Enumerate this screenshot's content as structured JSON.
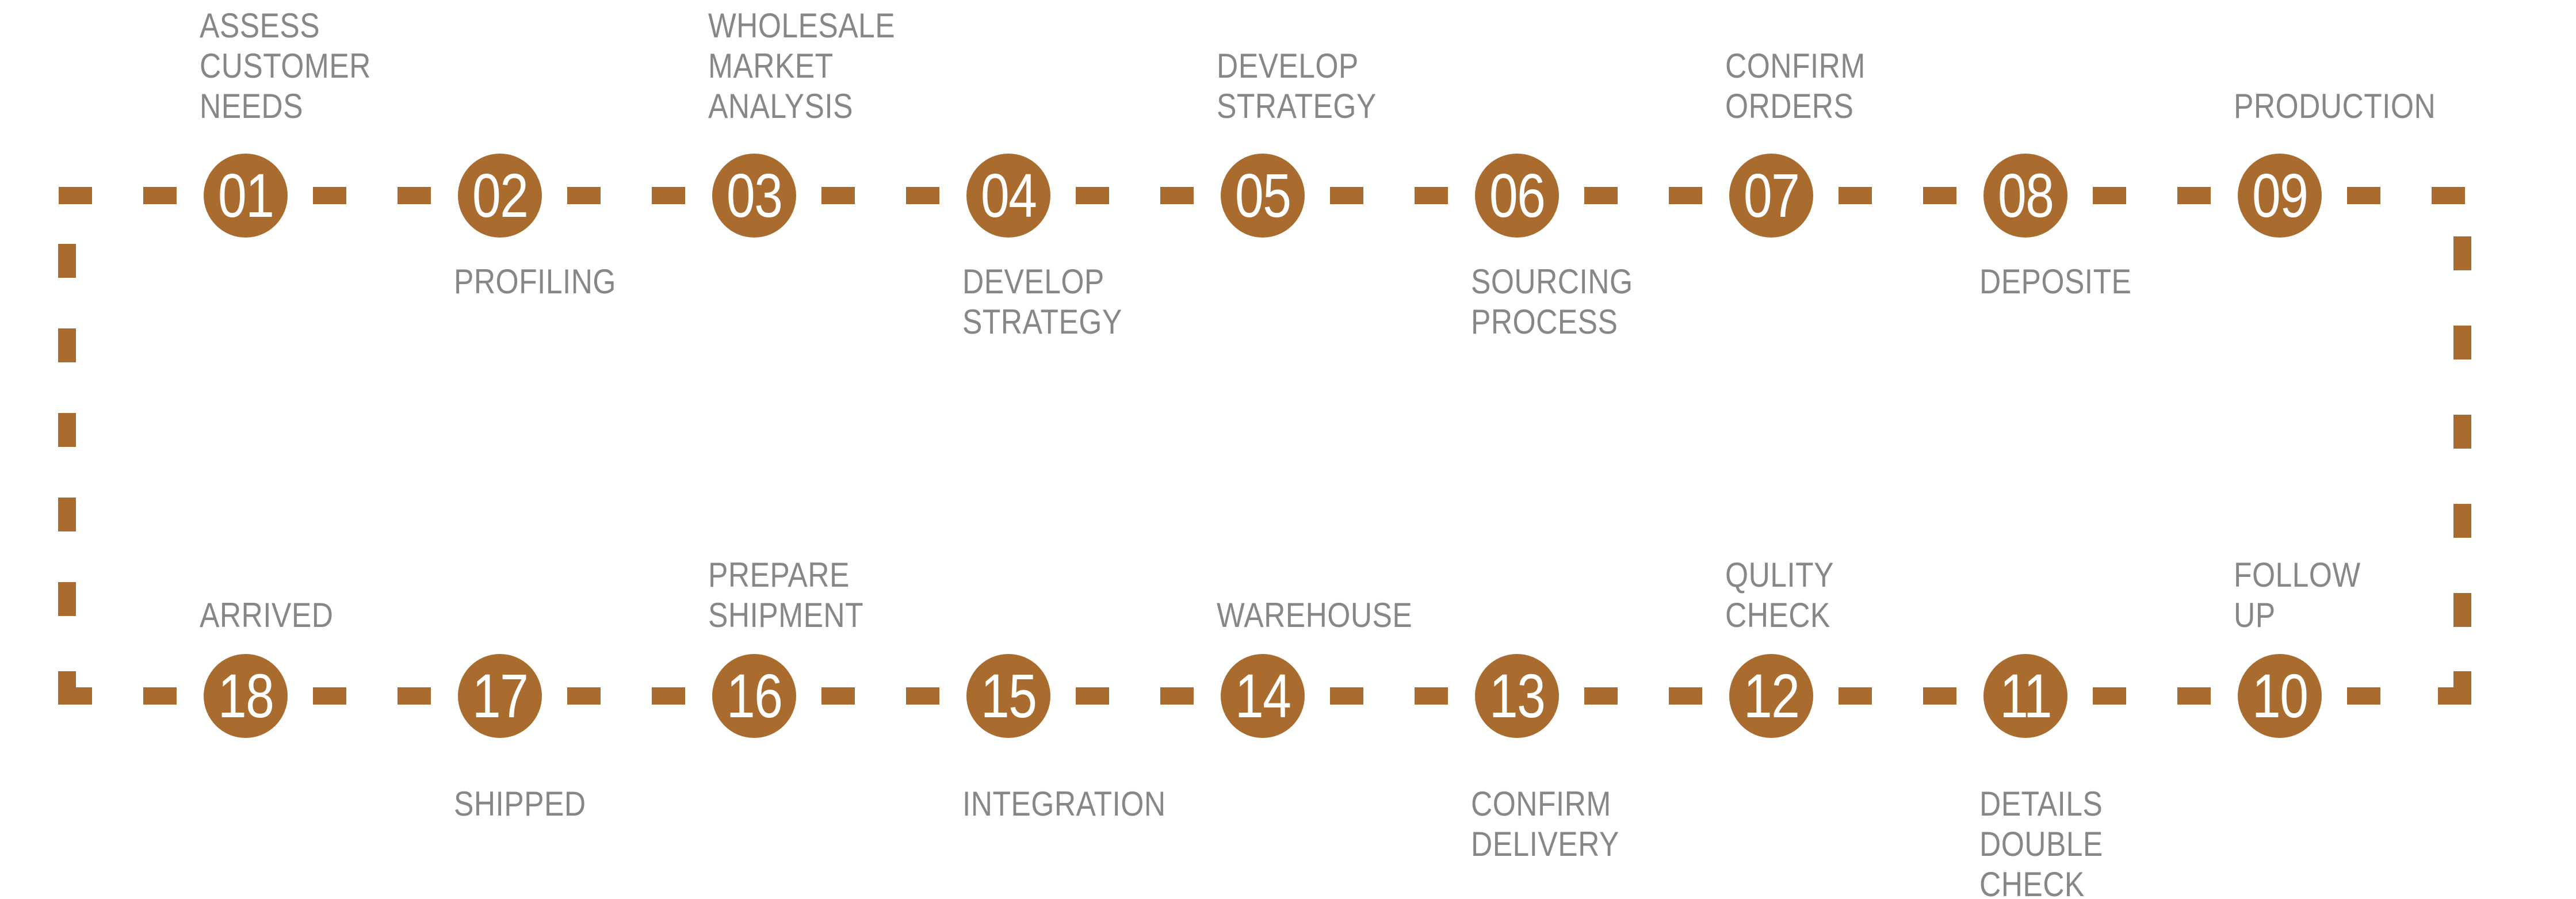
{
  "diagram": {
    "type": "process-flow-timeline",
    "accent_color": "#A96C2E",
    "label_color": "#878787",
    "number_color": "#FFFFFF",
    "background_color": "#FFFFFF",
    "top_row": [
      {
        "number": "01",
        "label": "ASSESS\nCUSTOMER\nNEEDS",
        "label_position": "above"
      },
      {
        "number": "02",
        "label": "PROFILING",
        "label_position": "below"
      },
      {
        "number": "03",
        "label": "WHOLESALE\nMARKET\nANALYSIS",
        "label_position": "above"
      },
      {
        "number": "04",
        "label": "DEVELOP\nSTRATEGY",
        "label_position": "below"
      },
      {
        "number": "05",
        "label": "DEVELOP\nSTRATEGY",
        "label_position": "above"
      },
      {
        "number": "06",
        "label": "SOURCING\nPROCESS",
        "label_position": "below"
      },
      {
        "number": "07",
        "label": "CONFIRM\nORDERS",
        "label_position": "above"
      },
      {
        "number": "08",
        "label": "DEPOSITE",
        "label_position": "below"
      },
      {
        "number": "09",
        "label": "PRODUCTION",
        "label_position": "above"
      }
    ],
    "bottom_row": [
      {
        "number": "18",
        "label": "ARRIVED",
        "label_position": "above"
      },
      {
        "number": "17",
        "label": "SHIPPED",
        "label_position": "below"
      },
      {
        "number": "16",
        "label": "PREPARE\nSHIPMENT",
        "label_position": "above"
      },
      {
        "number": "15",
        "label": "INTEGRATION",
        "label_position": "below"
      },
      {
        "number": "14",
        "label": "WAREHOUSE",
        "label_position": "above"
      },
      {
        "number": "13",
        "label": "CONFIRM\nDELIVERY",
        "label_position": "below"
      },
      {
        "number": "12",
        "label": "QULITY\nCHECK",
        "label_position": "above"
      },
      {
        "number": "11",
        "label": "DETAILS\nDOUBLE\nCHECK",
        "label_position": "below"
      },
      {
        "number": "10",
        "label": "FOLLOW UP",
        "label_position": "above"
      }
    ]
  }
}
